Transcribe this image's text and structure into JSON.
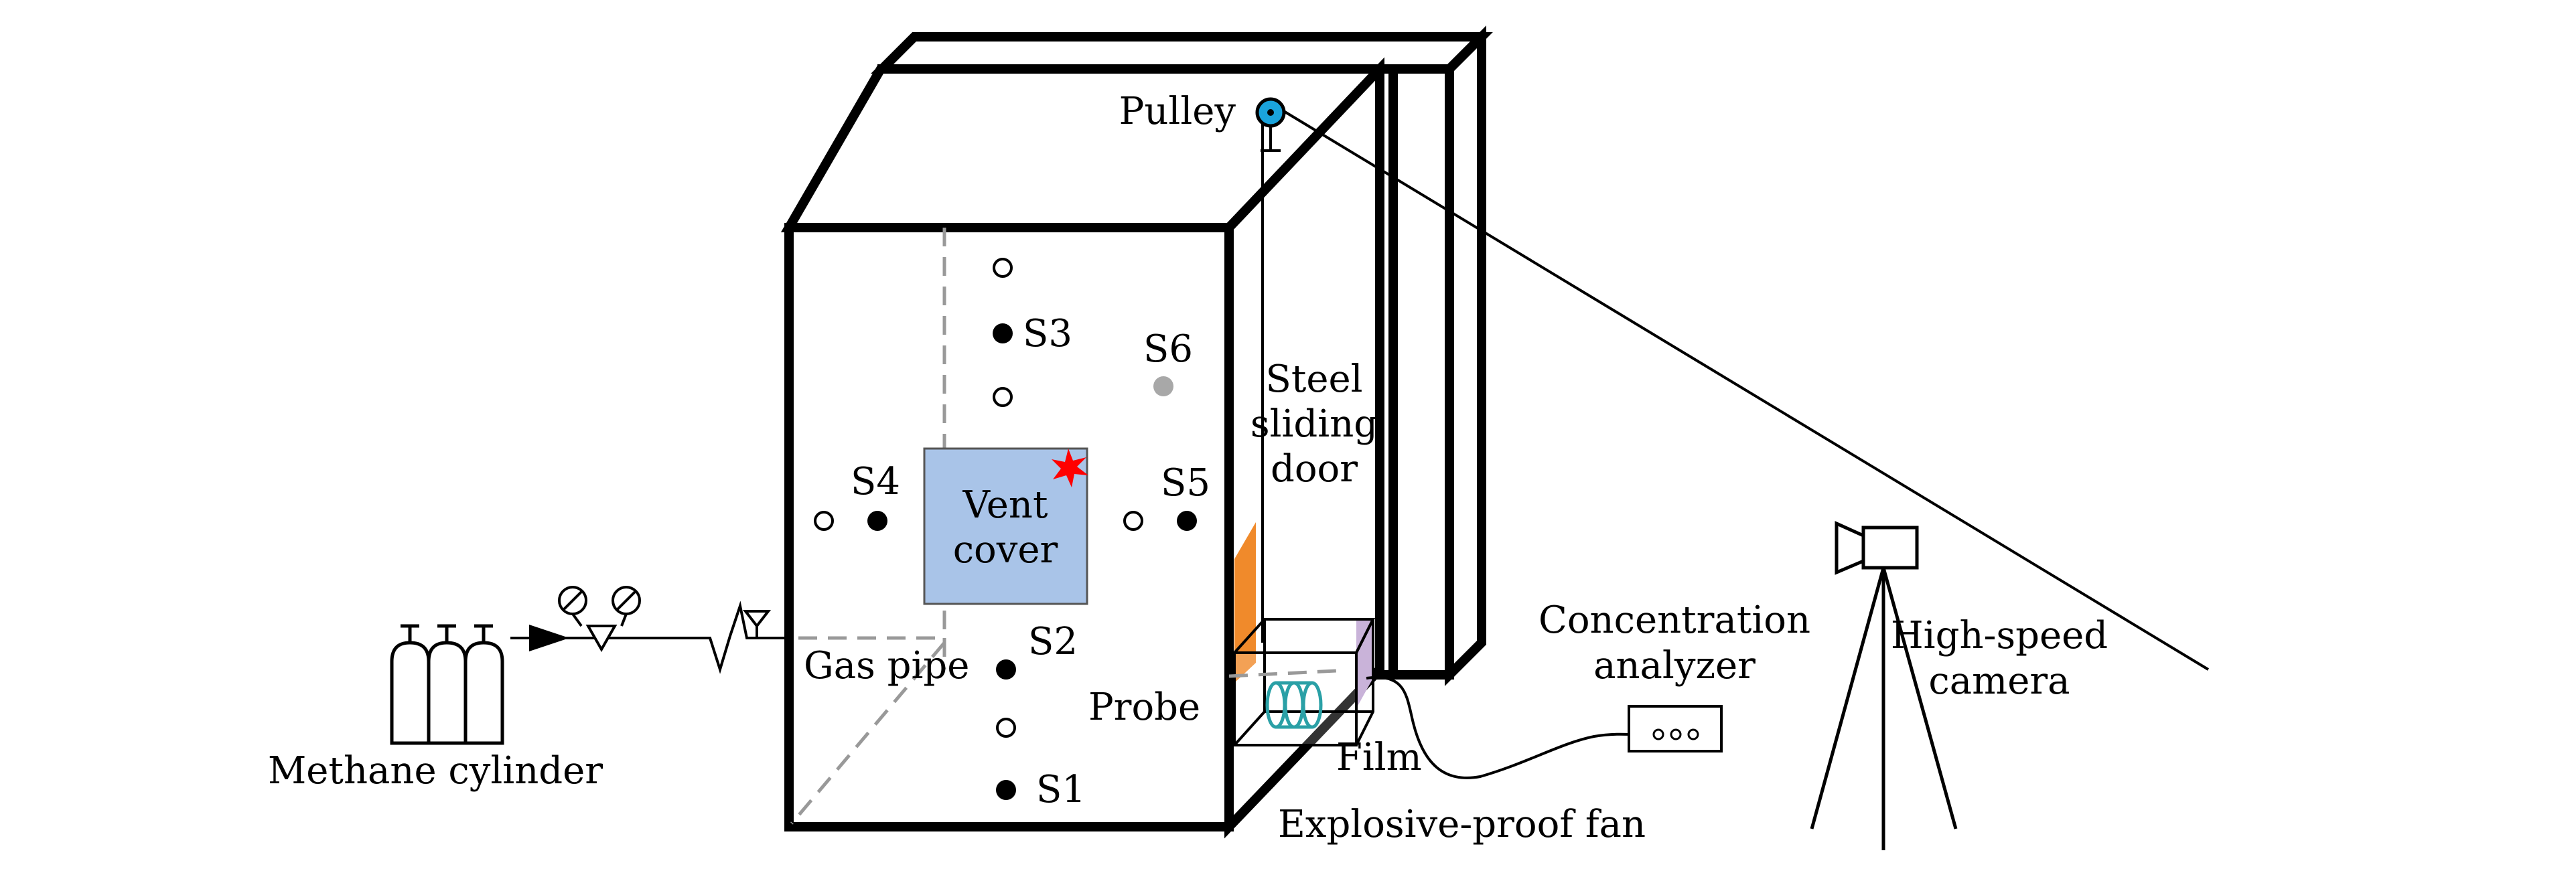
{
  "labels": {
    "pulley": "Pulley",
    "s1": "S1",
    "s2": "S2",
    "s3": "S3",
    "s4": "S4",
    "s5": "S5",
    "s6": "S6",
    "vent_line1": "Vent",
    "vent_line2": "cover",
    "steel_line1": "Steel",
    "steel_line2": "sliding",
    "steel_line3": "door",
    "gas_pipe": "Gas pipe",
    "probe": "Probe",
    "film": "Film",
    "fan": "Explosive-proof fan",
    "methane": "Methane cylinder",
    "conc_line1": "Concentration",
    "conc_line2": "analyzer",
    "camera_line1": "High-speed",
    "camera_line2": "camera"
  },
  "colors": {
    "vent_cover": "#a9c4e8",
    "pulley": "#1aa3dc",
    "spark": "#ff0000",
    "orange_strip": "#f08a2b",
    "film": "#c9b3d9",
    "probe_coil": "#2aa0a6",
    "sensor_s6": "#a8a8a8"
  }
}
